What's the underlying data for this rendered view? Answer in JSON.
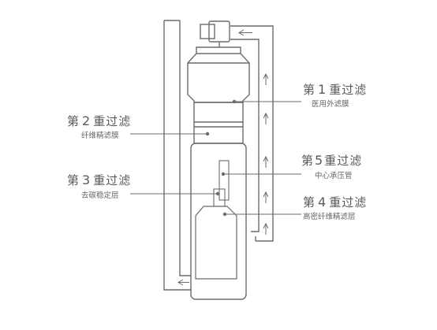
{
  "stages": {
    "s1": {
      "prefix": "第",
      "num": "1",
      "suffix": "重过滤",
      "sub": "医用外滤膜"
    },
    "s2": {
      "prefix": "第",
      "num": "2",
      "suffix": "重过滤",
      "sub": "纤维精滤膜"
    },
    "s3": {
      "prefix": "第",
      "num": "3",
      "suffix": "重过滤",
      "sub": "去碳稳定层"
    },
    "s4": {
      "prefix": "第",
      "num": "4",
      "suffix": "重过滤",
      "sub": "高密纤维精滤层"
    },
    "s5": {
      "prefix": "第",
      "num": "5",
      "suffix": "重过滤",
      "sub": "中心承压管"
    }
  }
}
